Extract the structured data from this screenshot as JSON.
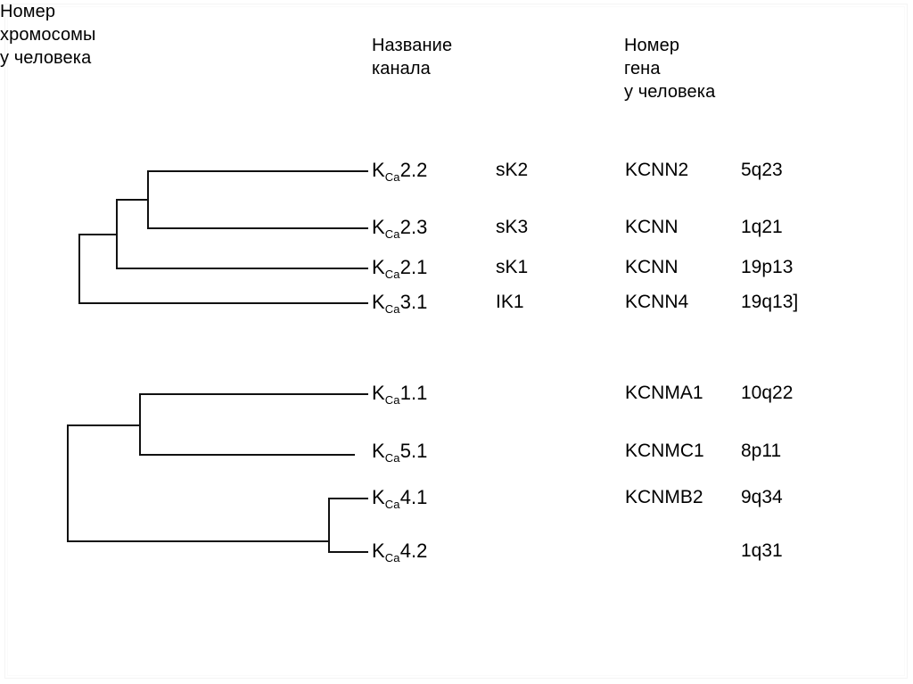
{
  "figure": {
    "kind": "dendrogram-table",
    "background": "#ffffff",
    "line_color": "#111111"
  },
  "headers": {
    "channel_name": "Название\nканала",
    "gene_number": "Номер\nгена\nу человека",
    "chromosome_number": "Номер\nхромосомы\nу человека"
  },
  "columns": [
    "Название канала",
    "",
    "Номер гена у человека",
    "Номер хромосомы у человека"
  ],
  "groups": [
    {
      "id": "group-sk-ik",
      "rows": [
        {
          "k": "K",
          "sub": "Ca",
          "num": "2.2",
          "alias": "sK2",
          "gene": "KCNN2",
          "chrom": "5q23"
        },
        {
          "k": "K",
          "sub": "Ca",
          "num": "2.3",
          "alias": "sK3",
          "gene": "KCNN",
          "chrom": "1q21"
        },
        {
          "k": "K",
          "sub": "Ca",
          "num": "2.1",
          "alias": "sK1",
          "gene": "KCNN",
          "chrom": "19p13"
        },
        {
          "k": "K",
          "sub": "Ca",
          "num": "3.1",
          "alias": "IK1",
          "gene": "KCNN4",
          "chrom": "19q13]"
        }
      ]
    },
    {
      "id": "group-bk",
      "rows": [
        {
          "k": "K",
          "sub": "Ca",
          "num": "1.1",
          "alias": "",
          "gene": "KCNMA1",
          "chrom": "10q22"
        },
        {
          "k": "K",
          "sub": "Ca",
          "num": "5.1",
          "alias": "",
          "gene": "KCNMC1",
          "chrom": "8p11"
        },
        {
          "k": "K",
          "sub": "Ca",
          "num": "4.1",
          "alias": "",
          "gene": "KCNMB2",
          "chrom": "9q34"
        },
        {
          "k": "K",
          "sub": "Ca",
          "num": "4.2",
          "alias": "",
          "gene": "",
          "chrom": "1q31"
        }
      ]
    }
  ]
}
